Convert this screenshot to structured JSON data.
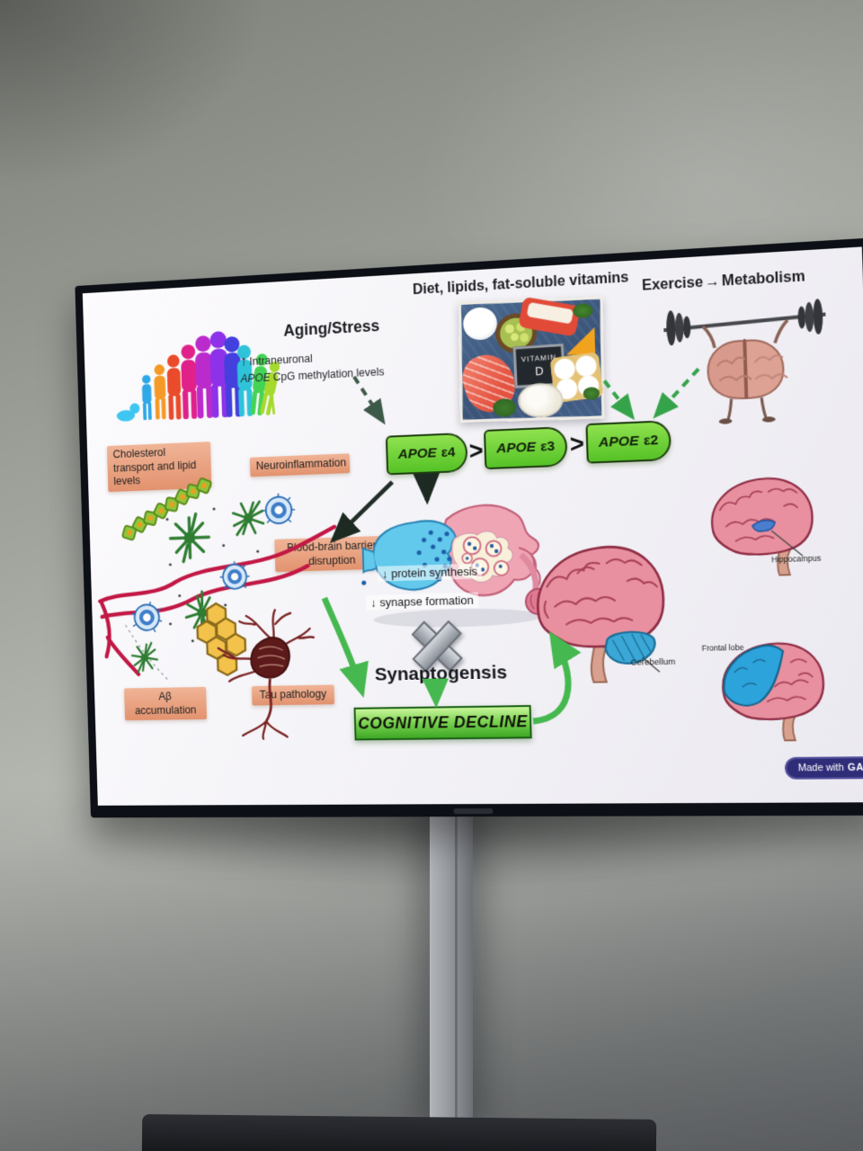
{
  "slide": {
    "aging": {
      "heading": "Aging/Stress",
      "up_arrow": "↑",
      "line1": "Intraneuronal",
      "gene": "APOE",
      "line2_rest": " CpG methylation levels"
    },
    "diet": {
      "heading": "Diet, lipids, fat-soluble vitamins",
      "board_line1": "VITAMIN",
      "board_line2": "D"
    },
    "exercise": {
      "label": "Exercise",
      "arrow": "→",
      "metabolism": "Metabolism"
    },
    "apoe": {
      "comparator": ">",
      "items": [
        {
          "gene": "APOE",
          "allele": "ε4"
        },
        {
          "gene": "APOE",
          "allele": "ε3"
        },
        {
          "gene": "APOE",
          "allele": "ε2"
        }
      ]
    },
    "boxes": {
      "cholesterol": "Cholesterol transport and lipid levels",
      "neuroinflammation": "Neuroinflammation",
      "bbb": "Blood-brain barrier disruption",
      "abeta": "Aβ accumulation",
      "tau": "Tau pathology"
    },
    "synapse": {
      "down_arrow": "↓",
      "protein": "protein synthesis",
      "formation": "synapse formation"
    },
    "outcome": {
      "synaptogenesis": "Synaptogensis",
      "cognitive_decline": "COGNITIVE DECLINE"
    },
    "brains": {
      "hippocampus": "Hippocampus",
      "cerebellum": "Cerebellum",
      "frontal": "Frontal lobe"
    }
  },
  "badge": {
    "prefix": "Made with",
    "brand": "GAMMA"
  },
  "colors": {
    "apoe_green": "#5ecf2e",
    "label_salmon": "#e9a184",
    "decline_green": "#52bd36",
    "arrow_green": "#3fae4c",
    "vessel_red": "#c21845",
    "badge_navy": "#2f2d78",
    "brain_pink": "#e8909f",
    "highlight_blue": "#3aa7d6"
  }
}
